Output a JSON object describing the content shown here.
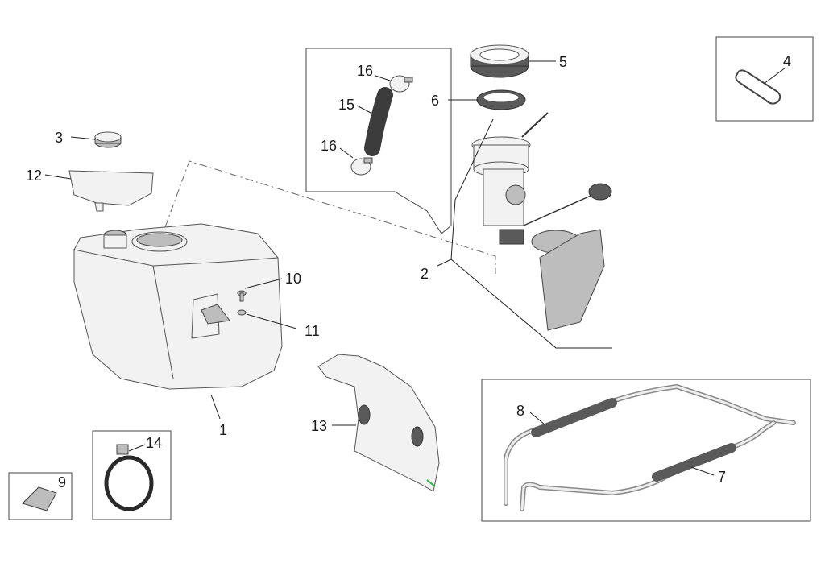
{
  "callouts": {
    "c1": "1",
    "c2": "2",
    "c3": "3",
    "c4": "4",
    "c5": "5",
    "c6": "6",
    "c7": "7",
    "c8": "8",
    "c9": "9",
    "c10": "10",
    "c11": "11",
    "c12": "12",
    "c13": "13",
    "c14": "14",
    "c15": "15",
    "c16a": "16",
    "c16b": "16"
  }
}
